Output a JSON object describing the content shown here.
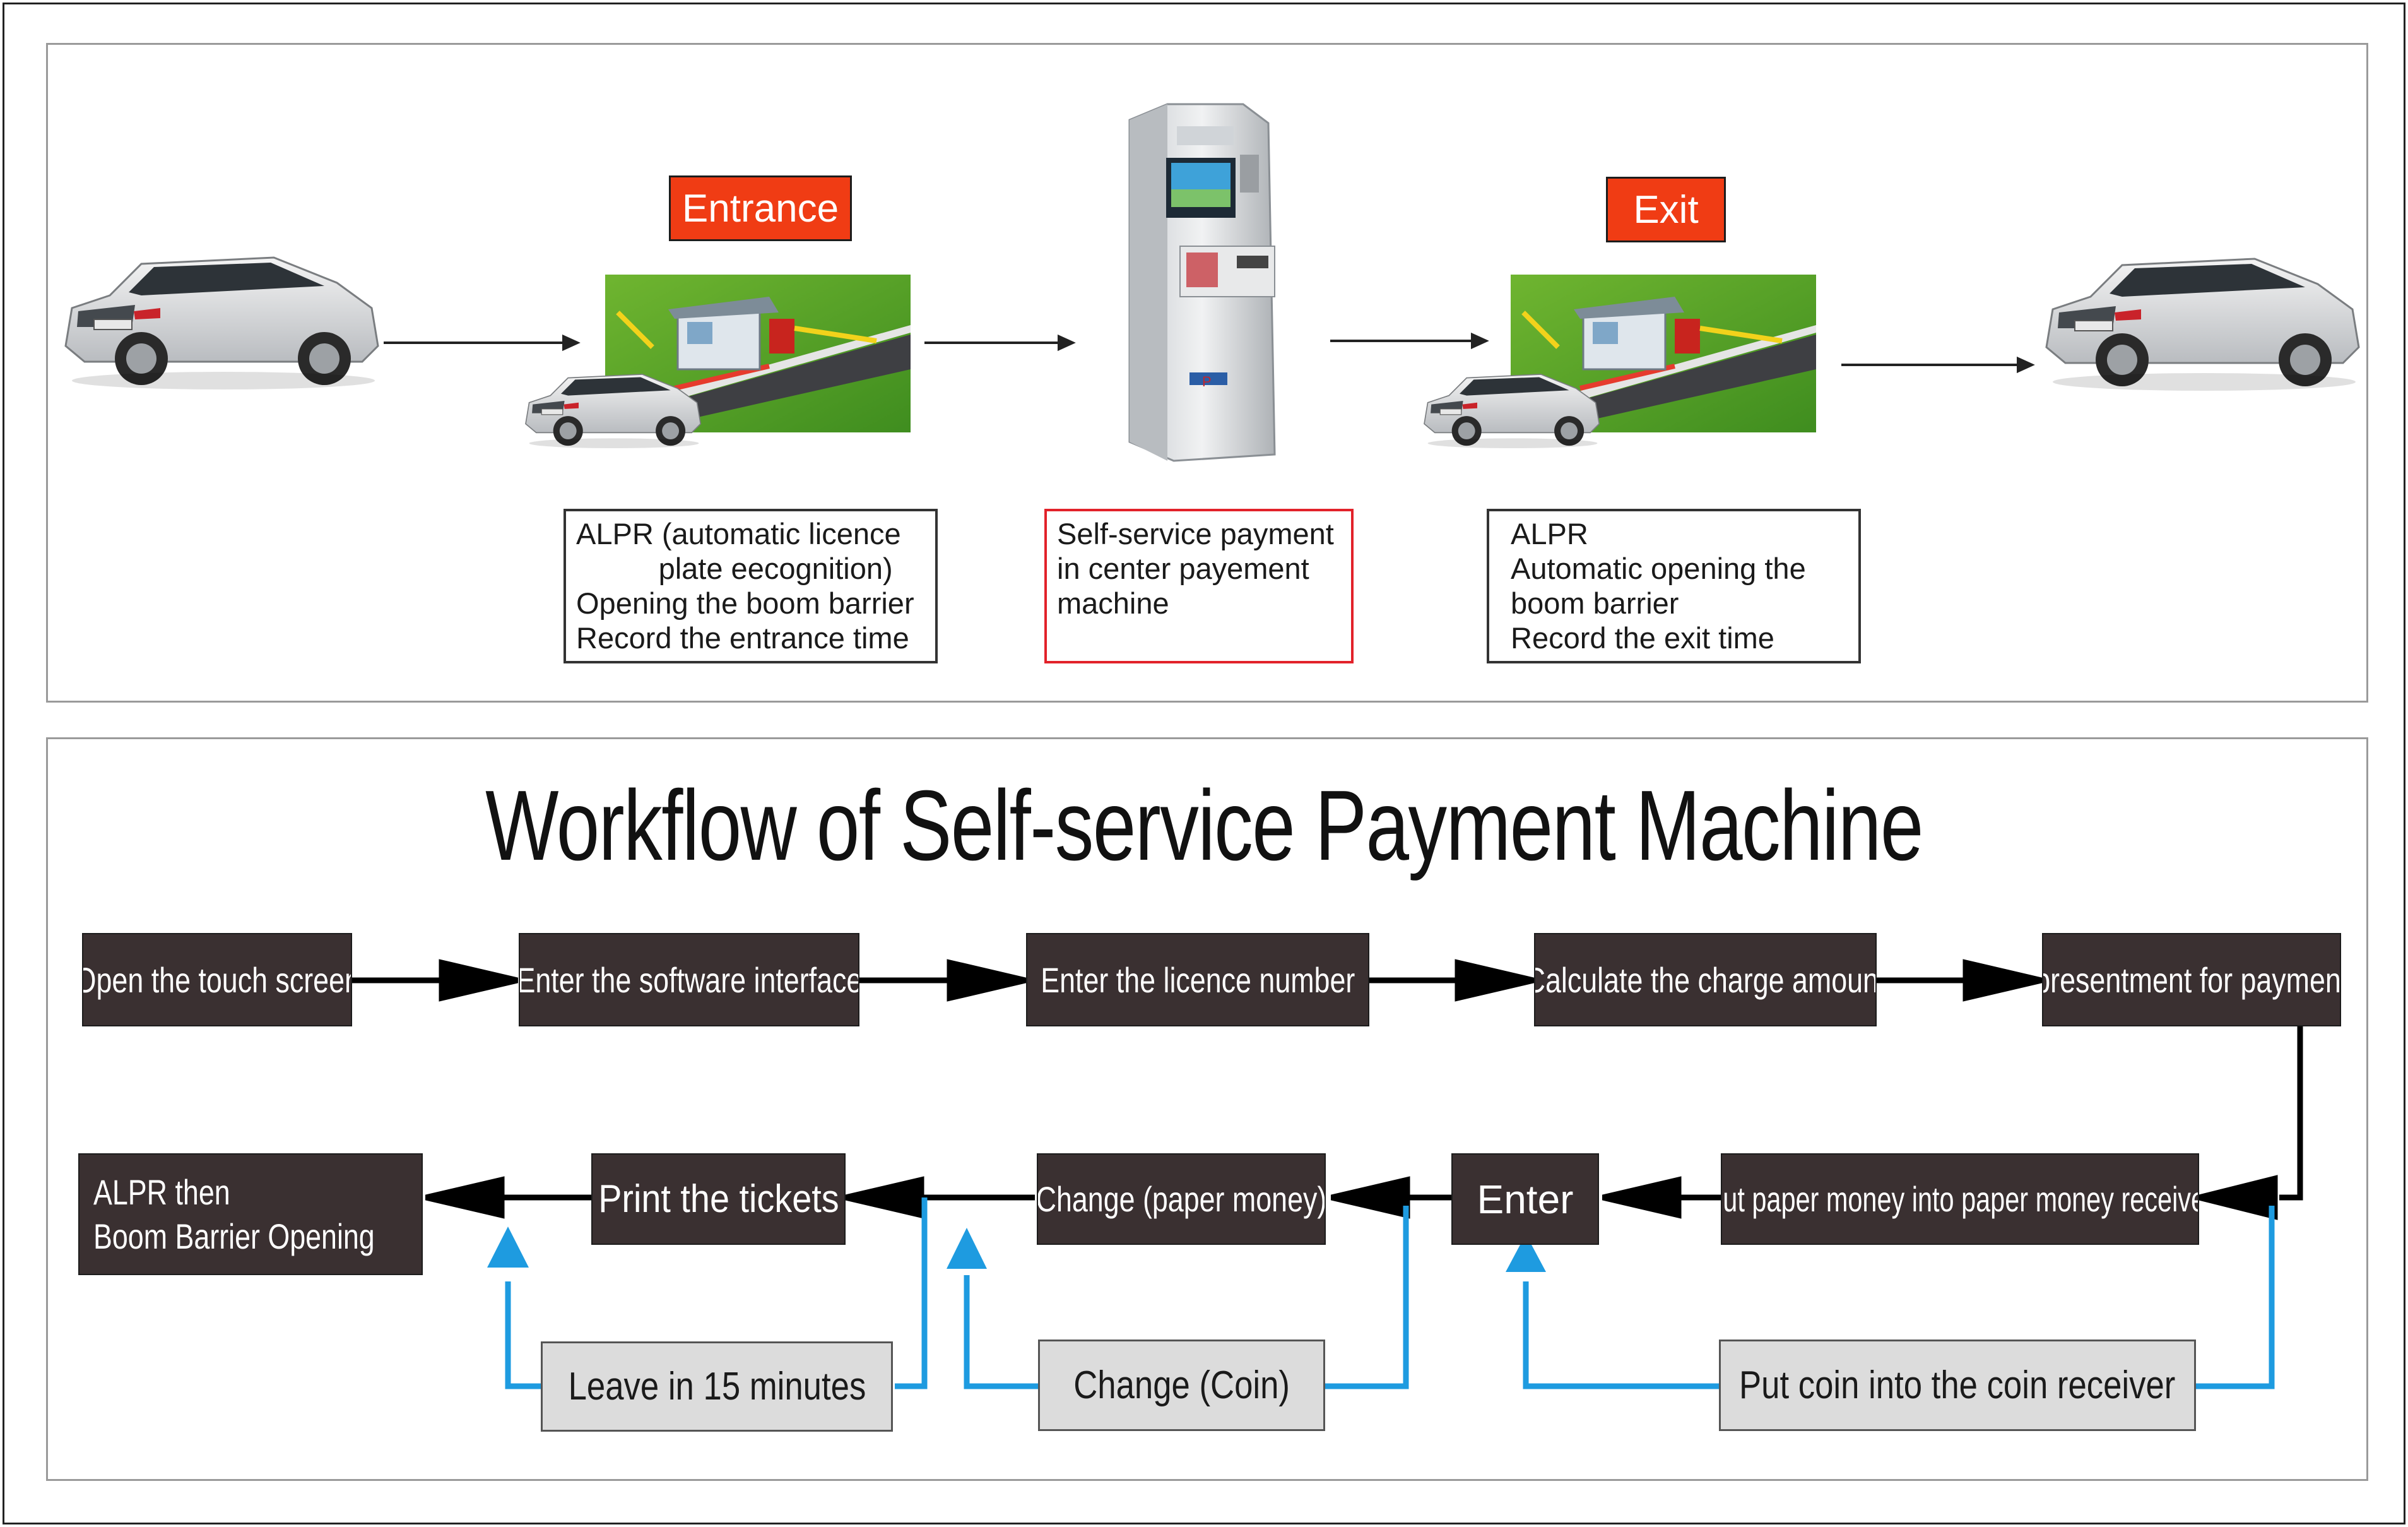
{
  "top": {
    "entrance_label": "Entrance",
    "exit_label": "Exit",
    "entrance_caption": "ALPR (automatic licence\n          plate eecognition)\nOpening the boom barrier\nRecord the entrance time",
    "center_caption": "Self-service payment\nin center payement\nmachine",
    "exit_caption": "ALPR\nAutomatic opening the\nboom barrier\nRecord the exit time"
  },
  "workflow": {
    "title": "Workflow of Self-service Payment Machine",
    "row1": [
      "Open the touch screen",
      "Enter the software interface",
      "Enter the licence number",
      "Calculate the charge amount",
      "presentment for payment"
    ],
    "row2": [
      "ALPR then\nBoom Barrier Opening",
      "Print the tickets",
      "Change (paper money)",
      "Enter",
      "Put paper money into paper money receiver"
    ],
    "row3": [
      "Leave in 15 minutes",
      "Change (Coin)",
      "Put coin into the coin receiver"
    ]
  },
  "colors": {
    "step_fill": "#3a3031",
    "tag_fill": "#f03c14",
    "loop_arrow": "#1e9be0",
    "gray_fill": "#dcdcdc"
  }
}
